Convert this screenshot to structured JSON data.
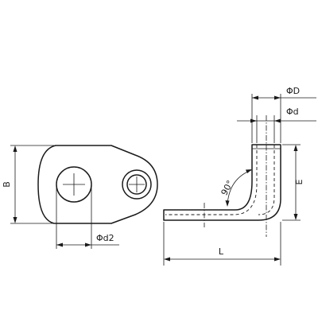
{
  "labels": {
    "B": "B",
    "d2": "Φd2",
    "D": "ΦD",
    "d": "Φd",
    "E": "E",
    "L": "L",
    "angle": "90°"
  }
}
